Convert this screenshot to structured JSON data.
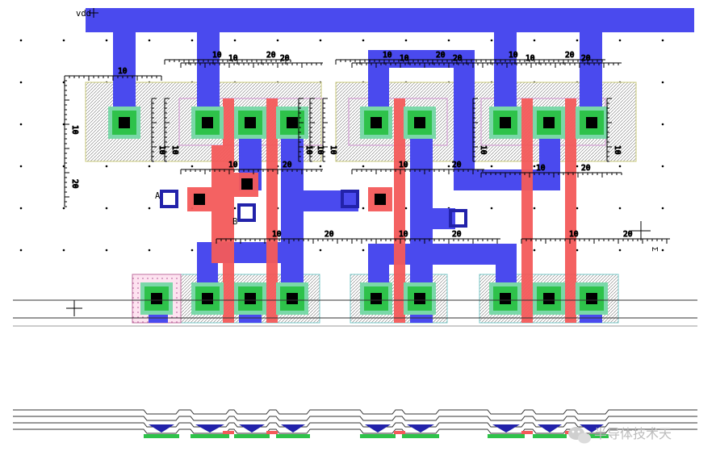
{
  "labels": {
    "vdd": "vdd",
    "input_a": "A",
    "input_b": "B",
    "side_mark": "Σ"
  },
  "rulers": {
    "top_left_a": [
      "10"
    ],
    "top_left_b": [
      "10",
      "20"
    ],
    "top_left_c": [
      "10",
      "20"
    ],
    "top_mid": [
      "10",
      "20"
    ],
    "top_mid_b": [
      "10",
      "20"
    ],
    "top_right": [
      "10",
      "20"
    ],
    "top_right_b": [
      "10",
      "20"
    ],
    "mid_a": [
      "10",
      "20"
    ],
    "mid_b": [
      "10",
      "20"
    ],
    "mid_c": [
      "10",
      "20"
    ],
    "lower_a": [
      "10",
      "20"
    ],
    "lower_b": [
      "10",
      "20"
    ],
    "lower_c": [
      "10",
      "20"
    ],
    "vert_left": [
      "10",
      "20"
    ],
    "vert_small": [
      "10",
      "10",
      "10",
      "10",
      "10",
      "10",
      "10"
    ]
  },
  "watermark": {
    "text": "半导体技术天",
    "icon": "wechat-icon"
  },
  "colors": {
    "metal": "#4a4aee",
    "poly": "#f45a5a",
    "diffusion": "#2ec24a",
    "contact": "#000000",
    "ring": "#2222aa",
    "nwell": "#c8a0c8",
    "hatch_edge": "#cfcf8a"
  }
}
